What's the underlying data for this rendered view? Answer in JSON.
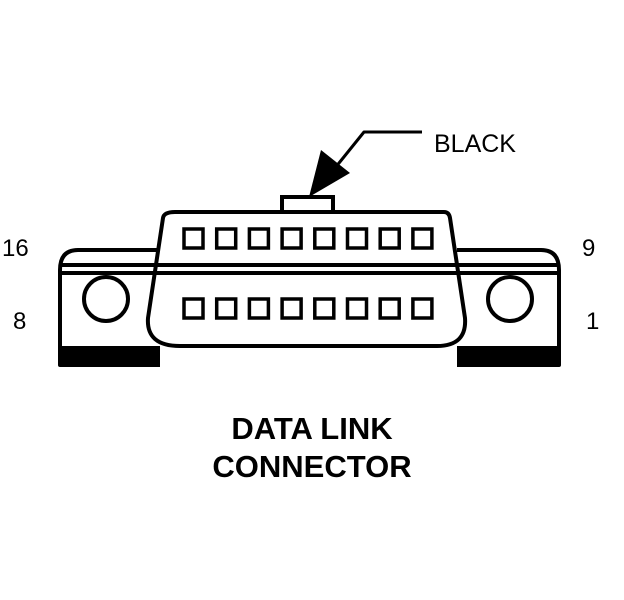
{
  "wire_color_label": "BLACK",
  "pin_labels": {
    "top_left": "16",
    "bottom_left": "8",
    "top_right": "9",
    "bottom_right": "1"
  },
  "caption": {
    "line1": "DATA LINK",
    "line2": "CONNECTOR"
  },
  "pins_per_row": 8,
  "colors": {
    "ink": "#000000",
    "background": "#ffffff"
  }
}
